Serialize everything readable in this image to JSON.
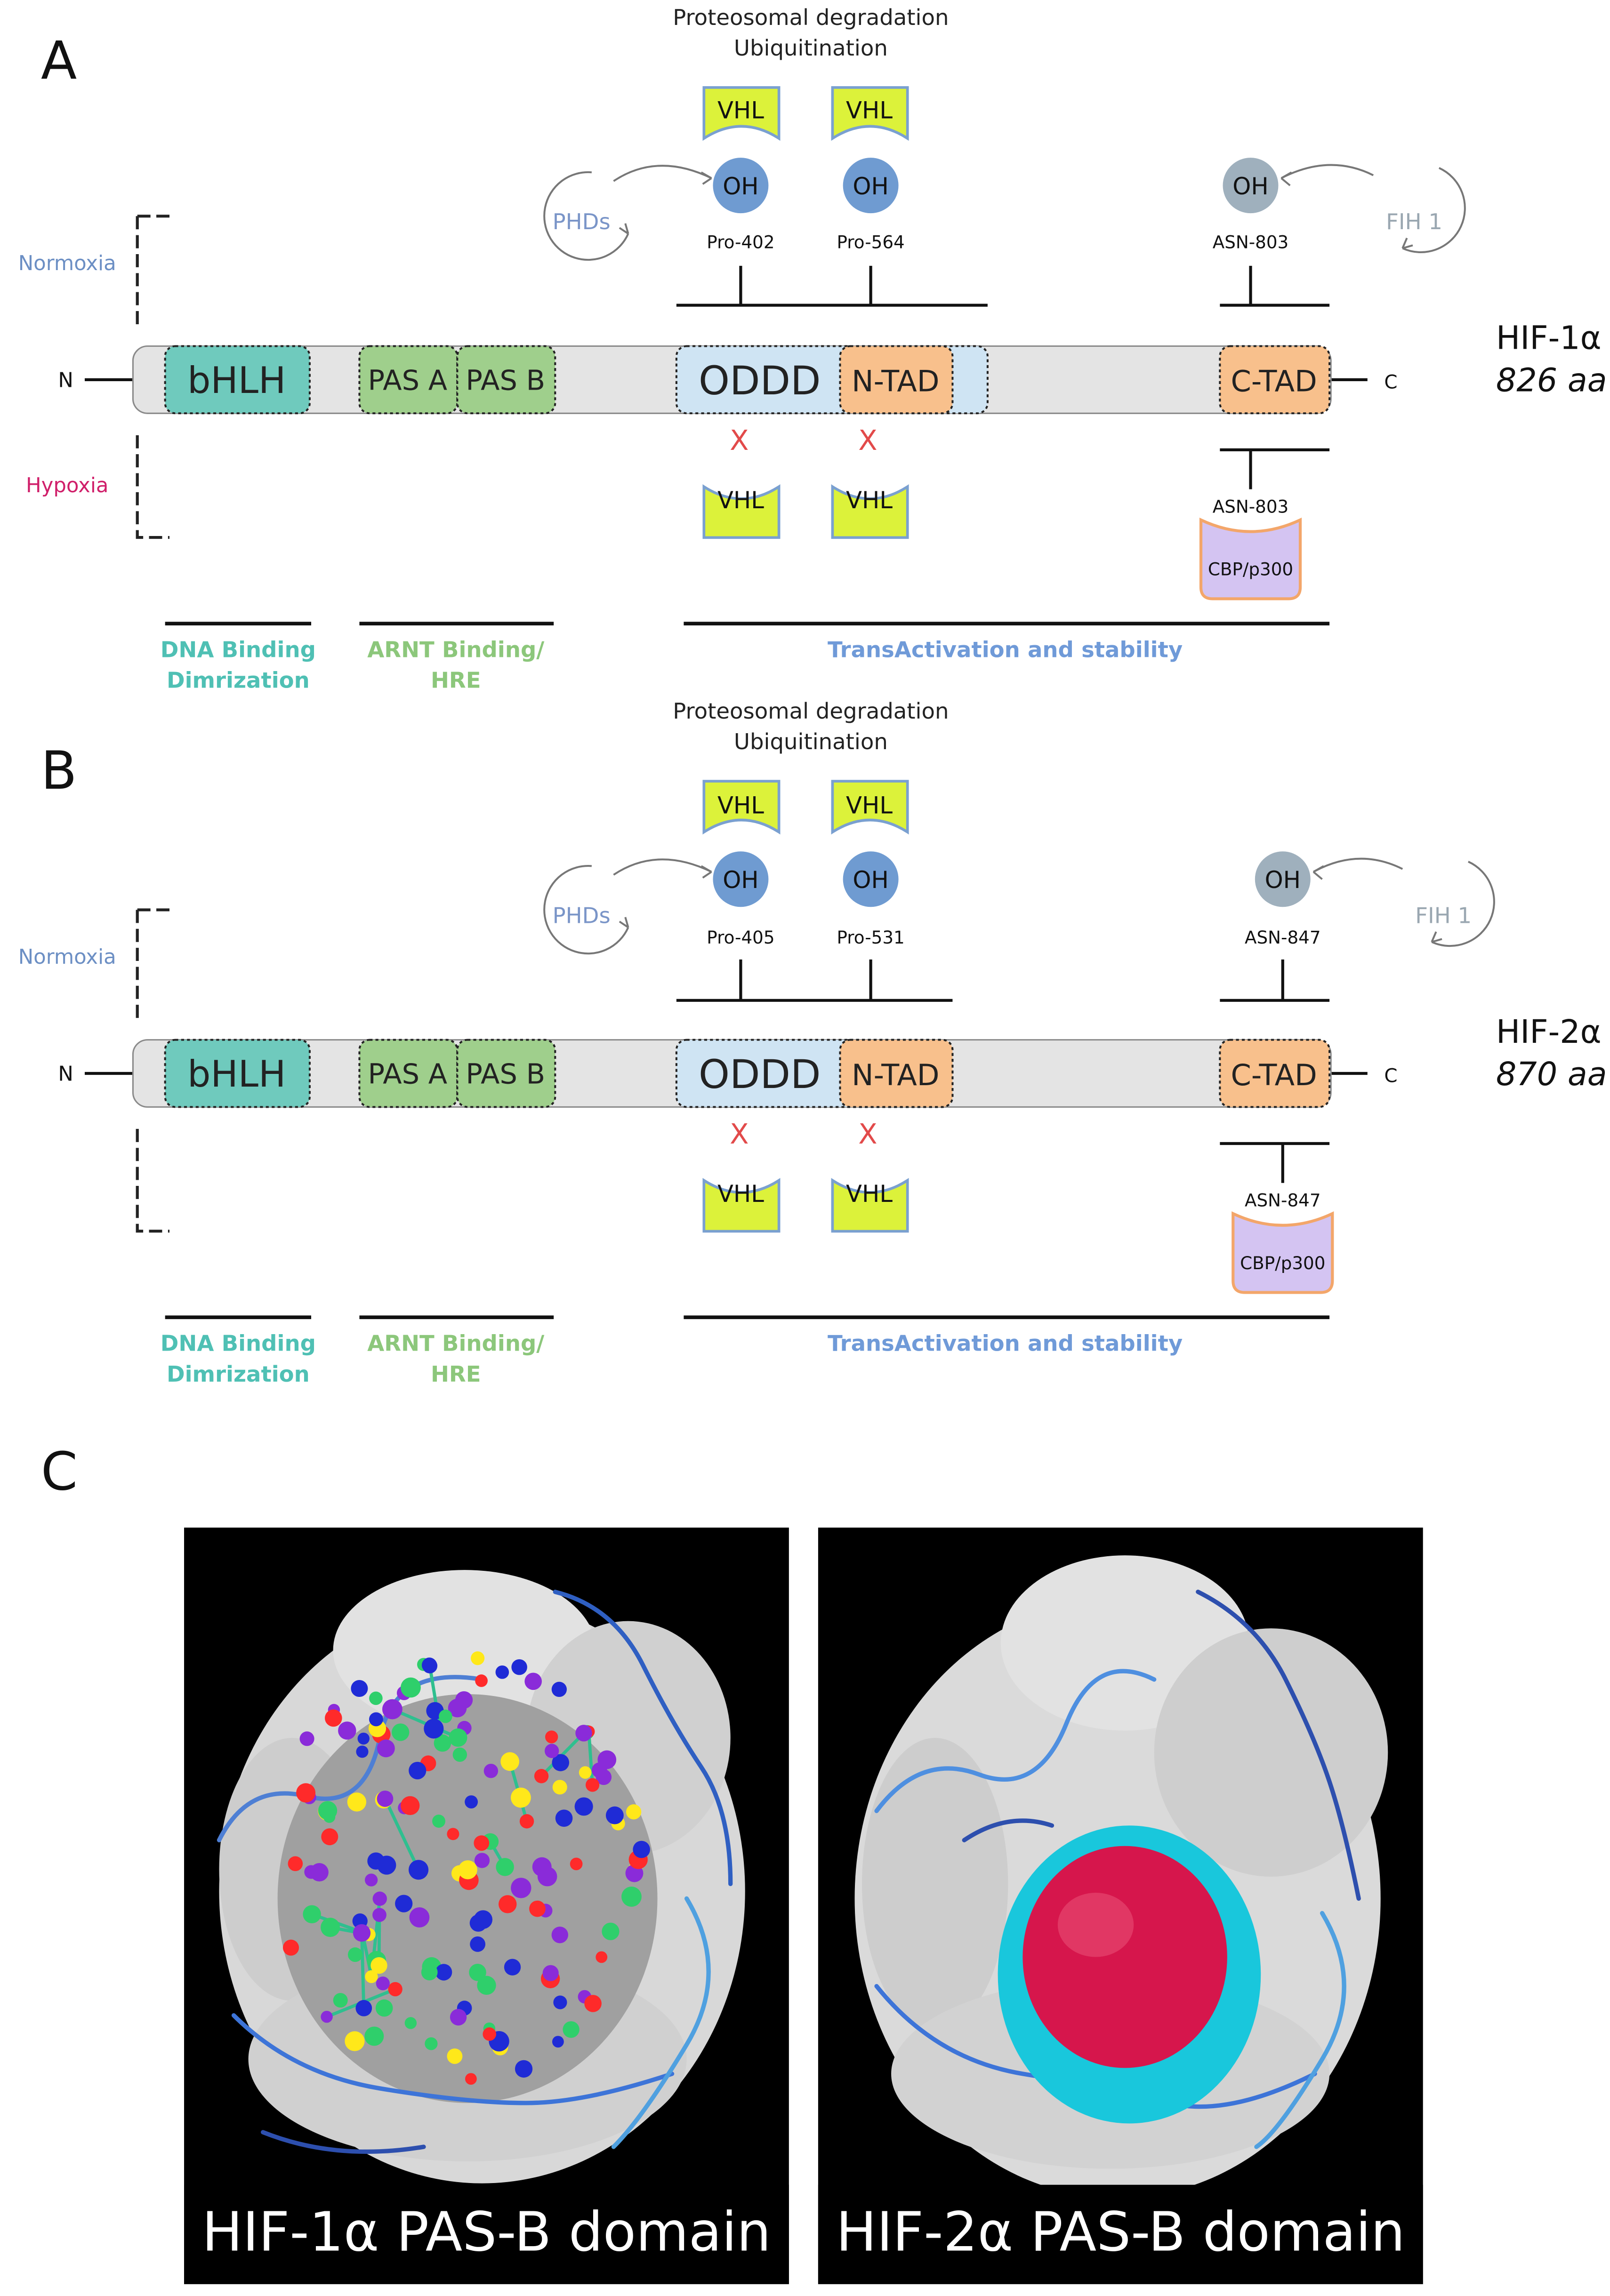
{
  "panels": {
    "A": {
      "letter": "A",
      "protein": "HIF-1α",
      "length": "826 aa",
      "residues": {
        "pro1": "Pro-402",
        "pro2": "Pro-564",
        "asn_top": "ASN-803",
        "asn_bottom": "ASN-803"
      }
    },
    "B": {
      "letter": "B",
      "protein": "HIF-2α",
      "length": "870 aa",
      "residues": {
        "pro1": "Pro-405",
        "pro2": "Pro-531",
        "asn_top": "ASN-847",
        "asn_bottom": "ASN-847"
      }
    },
    "C": {
      "letter": "C",
      "left_caption": "HIF-1α PAS-B domain",
      "right_caption": "HIF-2α PAS-B domain"
    }
  },
  "labels": {
    "degradation_line1": "Proteosomal degradation",
    "degradation_line2": "Ubiquitination",
    "normoxia": "Normoxia",
    "hypoxia": "Hypoxia",
    "n_term": "N",
    "c_term": "C",
    "vhl": "VHL",
    "oh": "OH",
    "x_mark": "X",
    "phds": "PHDs",
    "fih": "FIH 1",
    "cbp": "CBP/p300"
  },
  "domains": {
    "bhlh": "bHLH",
    "pas_a": "PAS A",
    "pas_b": "PAS B",
    "oddd": "ODDD",
    "ntad": "N-TAD",
    "ctad": "C-TAD"
  },
  "functions": {
    "dna_1": "DNA Binding",
    "dna_2": "Dimrization",
    "arnt_1": "ARNT Binding/",
    "arnt_2": "HRE",
    "trans": "TransActivation and stability"
  },
  "colors": {
    "bhlh": "#6fcabd",
    "pas": "#9fcf8c",
    "oddd": "#cfe4f3",
    "tad": "#f8c08c",
    "backbone": "#e4e4e4",
    "vhl": "#dcf23a",
    "oh": "#6f9bd1",
    "oh_fih": "#9fb0bd",
    "cbp": "#d4c4f2",
    "cbp_border": "#f3a66a",
    "normoxia": "#6c8fc4",
    "hypoxia": "#d01f6a",
    "dna_text": "#4fc0b4",
    "arnt_text": "#8cc77b",
    "trans_text": "#6f9ad8",
    "x_mark": "#e24a4a",
    "cavity_cyan": "#19c7dc",
    "cavity_red": "#d6164c"
  }
}
